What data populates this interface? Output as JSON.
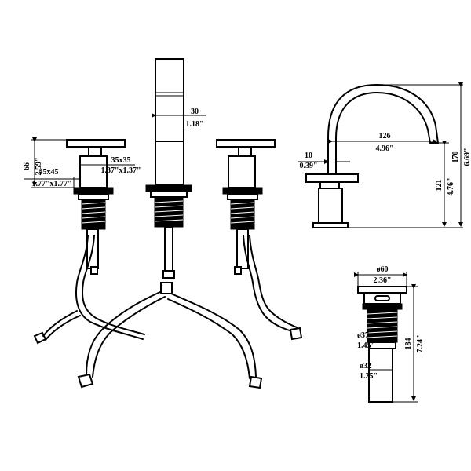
{
  "faucet_dimensions": {
    "handle_height_mm": "66",
    "handle_height_in": "2.59\"",
    "handle_base_mm": "45x45",
    "handle_base_in": "1.77\"x1.77\"",
    "handle_block_mm": "35x35",
    "handle_block_in": "1.37\"x1.37\"",
    "spout_width_mm": "30",
    "spout_width_in": "1.18\"",
    "spout_reach_mm": "126",
    "spout_reach_in": "4.96\"",
    "spout_offset_mm": "10",
    "spout_offset_in": "0.39\"",
    "spout_height_mm": "121",
    "spout_height_in": "4.76\"",
    "total_height_mm": "170",
    "total_height_in": "6.69\""
  },
  "drain_dimensions": {
    "top_mm": "ø60",
    "top_in": "2.36\"",
    "thread_mm": "ø37",
    "thread_in": "1.45\"",
    "tail_mm": "ø32",
    "tail_in": "1.25\"",
    "length_mm": "184",
    "length_in": "7.24\""
  }
}
